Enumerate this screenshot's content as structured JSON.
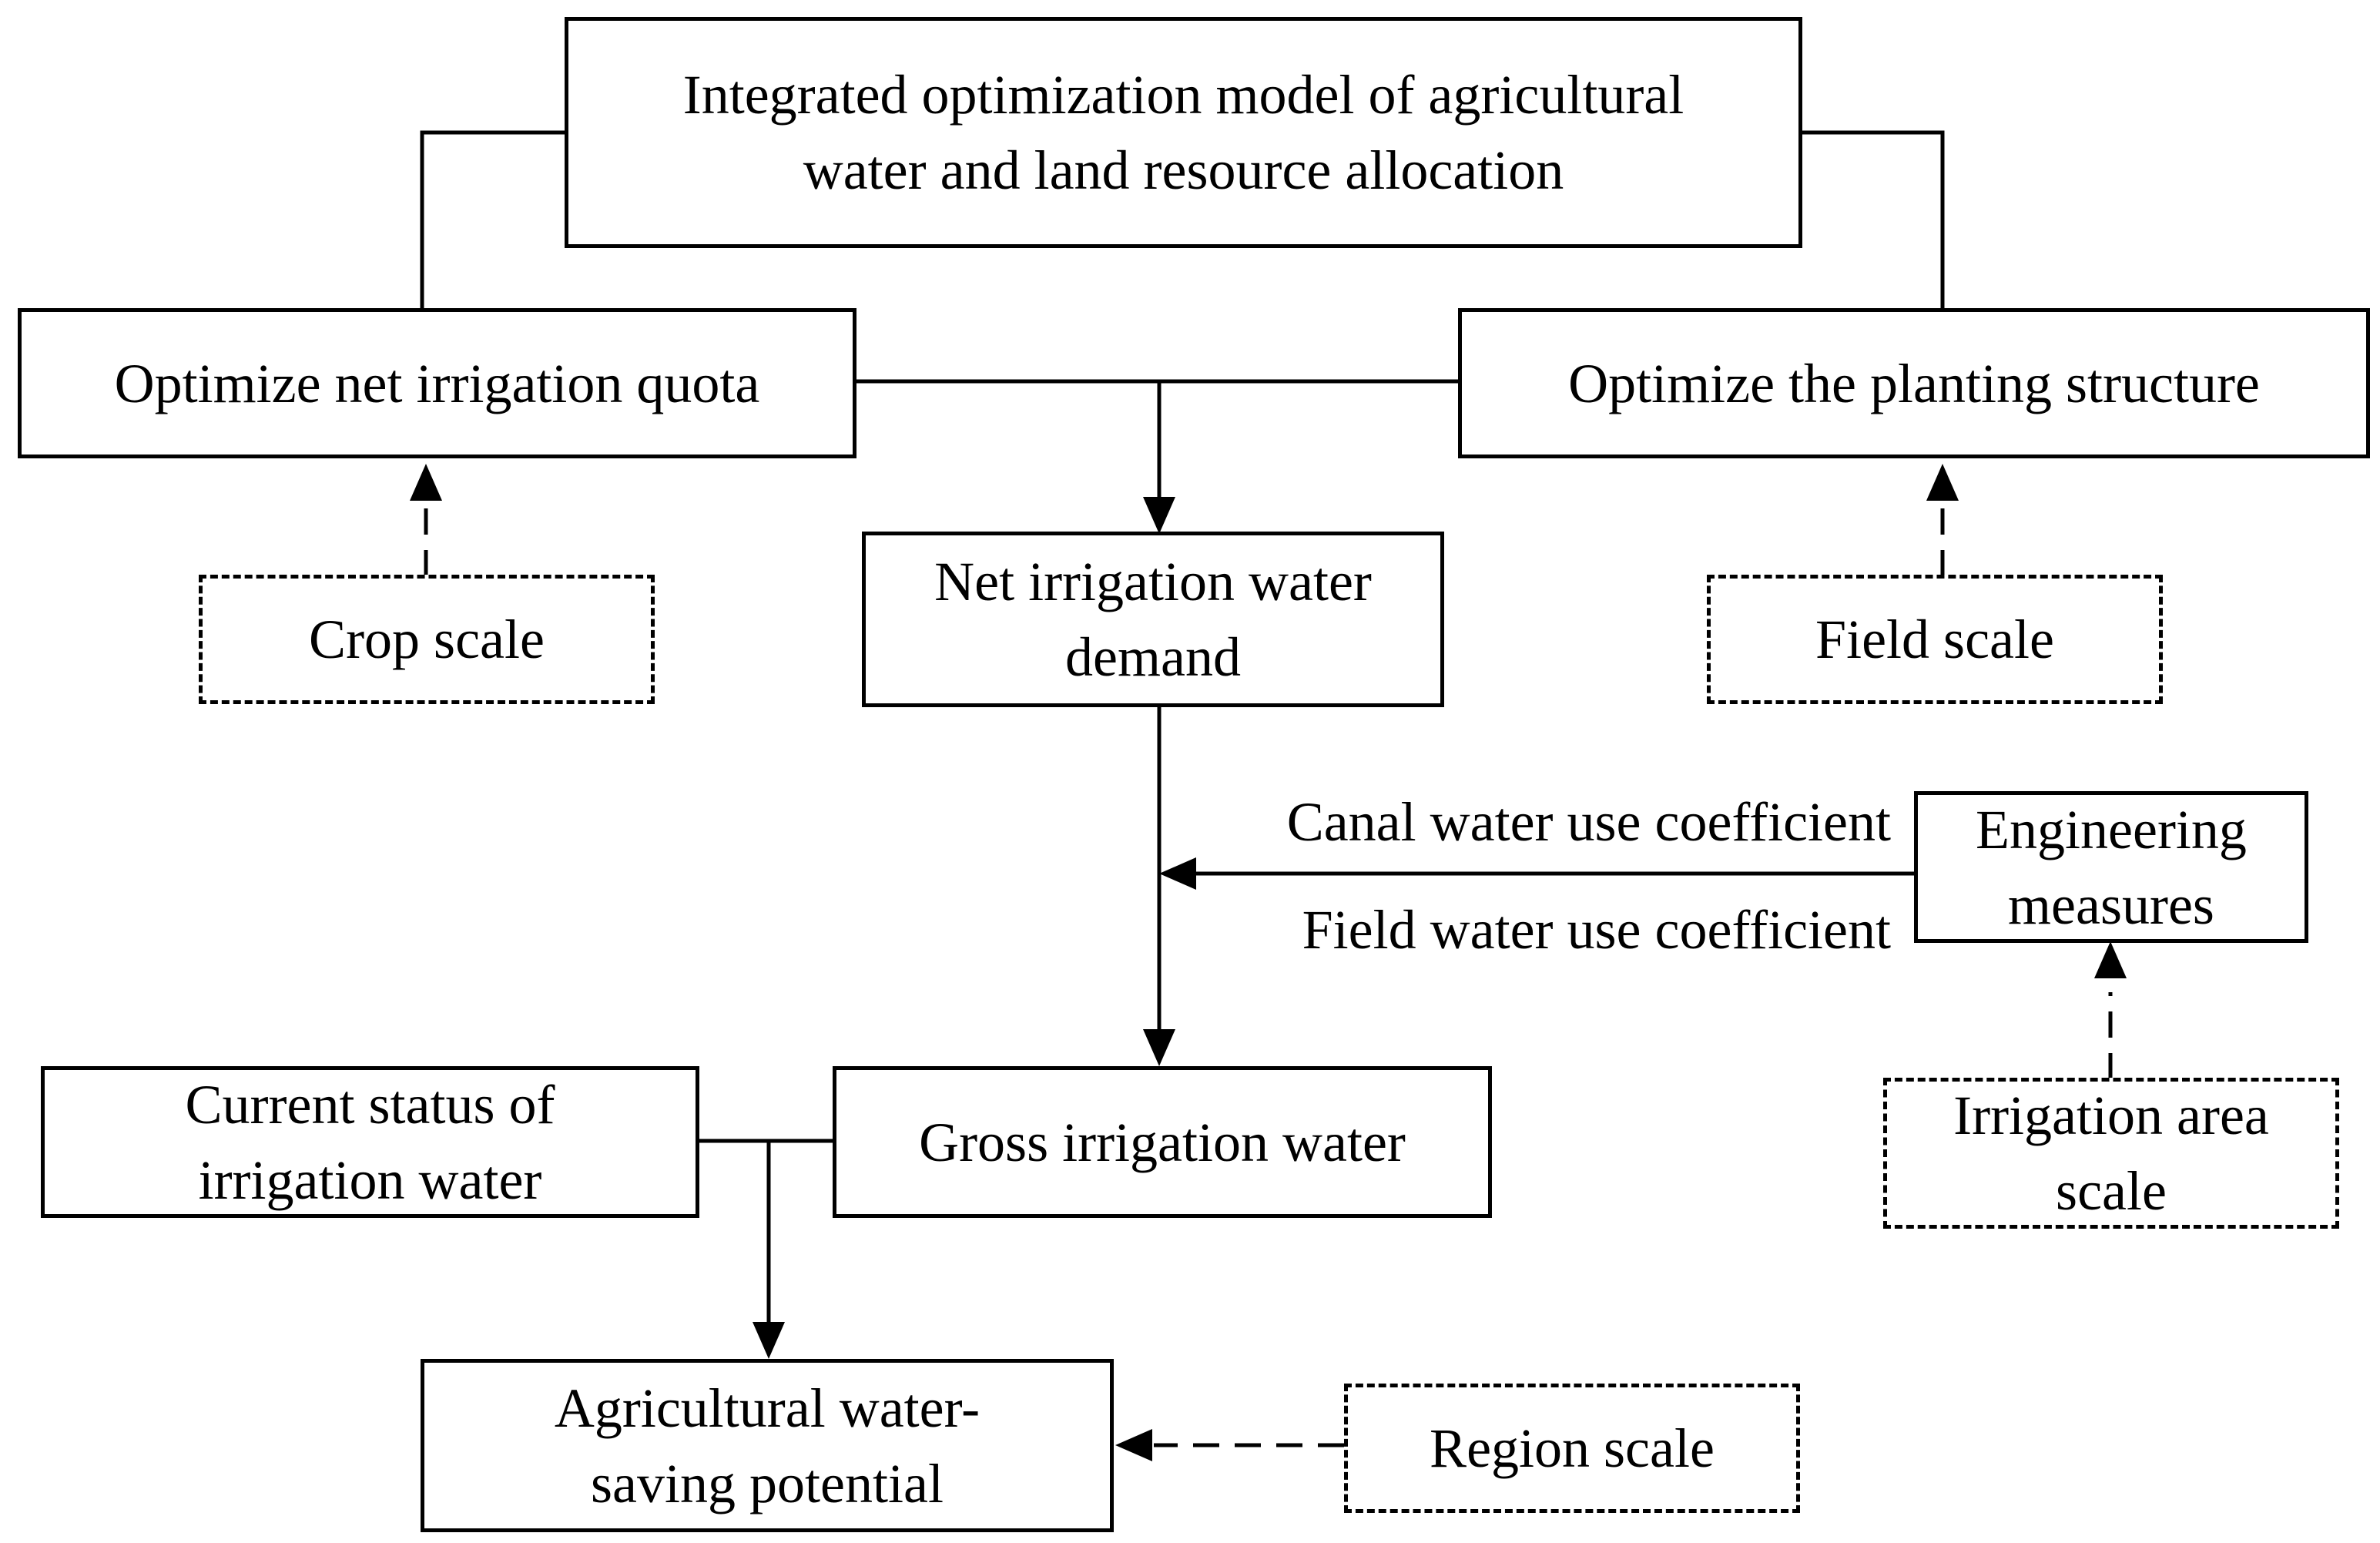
{
  "diagram": {
    "model": {
      "line1": "Integrated optimization model of agricultural",
      "line2": "water and land resource allocation"
    },
    "quota": {
      "label": "Optimize net irrigation quota"
    },
    "planting": {
      "label": "Optimize the planting structure"
    },
    "crop_scale": {
      "label": "Crop scale"
    },
    "field_scale": {
      "label": "Field scale"
    },
    "net_demand": {
      "line1": "Net irrigation water",
      "line2": "demand"
    },
    "canal_coef": {
      "label": "Canal water use coefficient"
    },
    "field_coef": {
      "label": "Field water use coefficient"
    },
    "engineering": {
      "line1": "Engineering",
      "line2": "measures"
    },
    "irrigation_area_scale": {
      "line1": "Irrigation area",
      "line2": "scale"
    },
    "current_status": {
      "line1": "Current status of",
      "line2": "irrigation water"
    },
    "gross": {
      "label": "Gross irrigation water"
    },
    "potential": {
      "line1": "Agricultural water-",
      "line2": "saving potential"
    },
    "region_scale": {
      "label": "Region scale"
    }
  }
}
